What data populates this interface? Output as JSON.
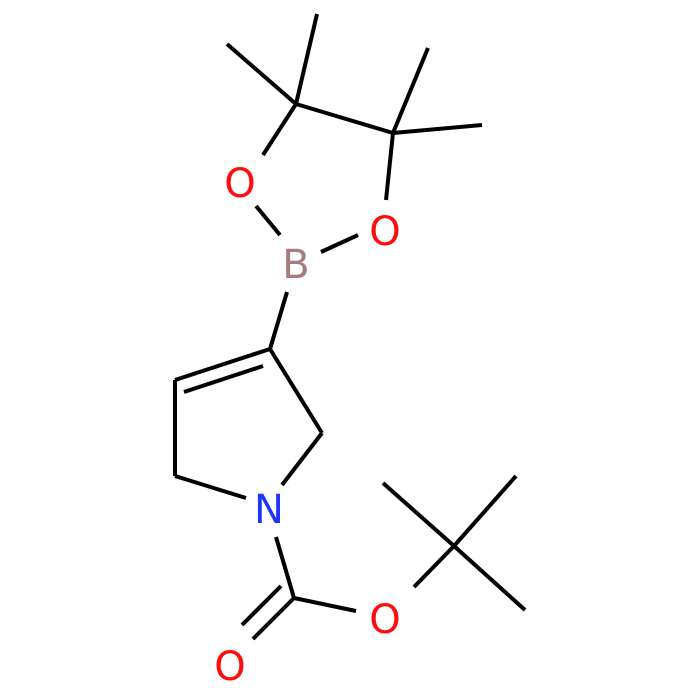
{
  "molecule": {
    "atoms": [
      {
        "id": "o_ring_left",
        "label": "O",
        "color": "#ff0d0d"
      },
      {
        "id": "o_ring_right",
        "label": "O",
        "color": "#ff0d0d"
      },
      {
        "id": "b",
        "label": "B",
        "color": "#a67b7b"
      },
      {
        "id": "n",
        "label": "N",
        "color": "#1d35ff"
      },
      {
        "id": "o_ester",
        "label": "O",
        "color": "#ff0d0d"
      },
      {
        "id": "o_carbonyl",
        "label": "O",
        "color": "#ff0d0d"
      }
    ],
    "bond_color": "#000000"
  }
}
